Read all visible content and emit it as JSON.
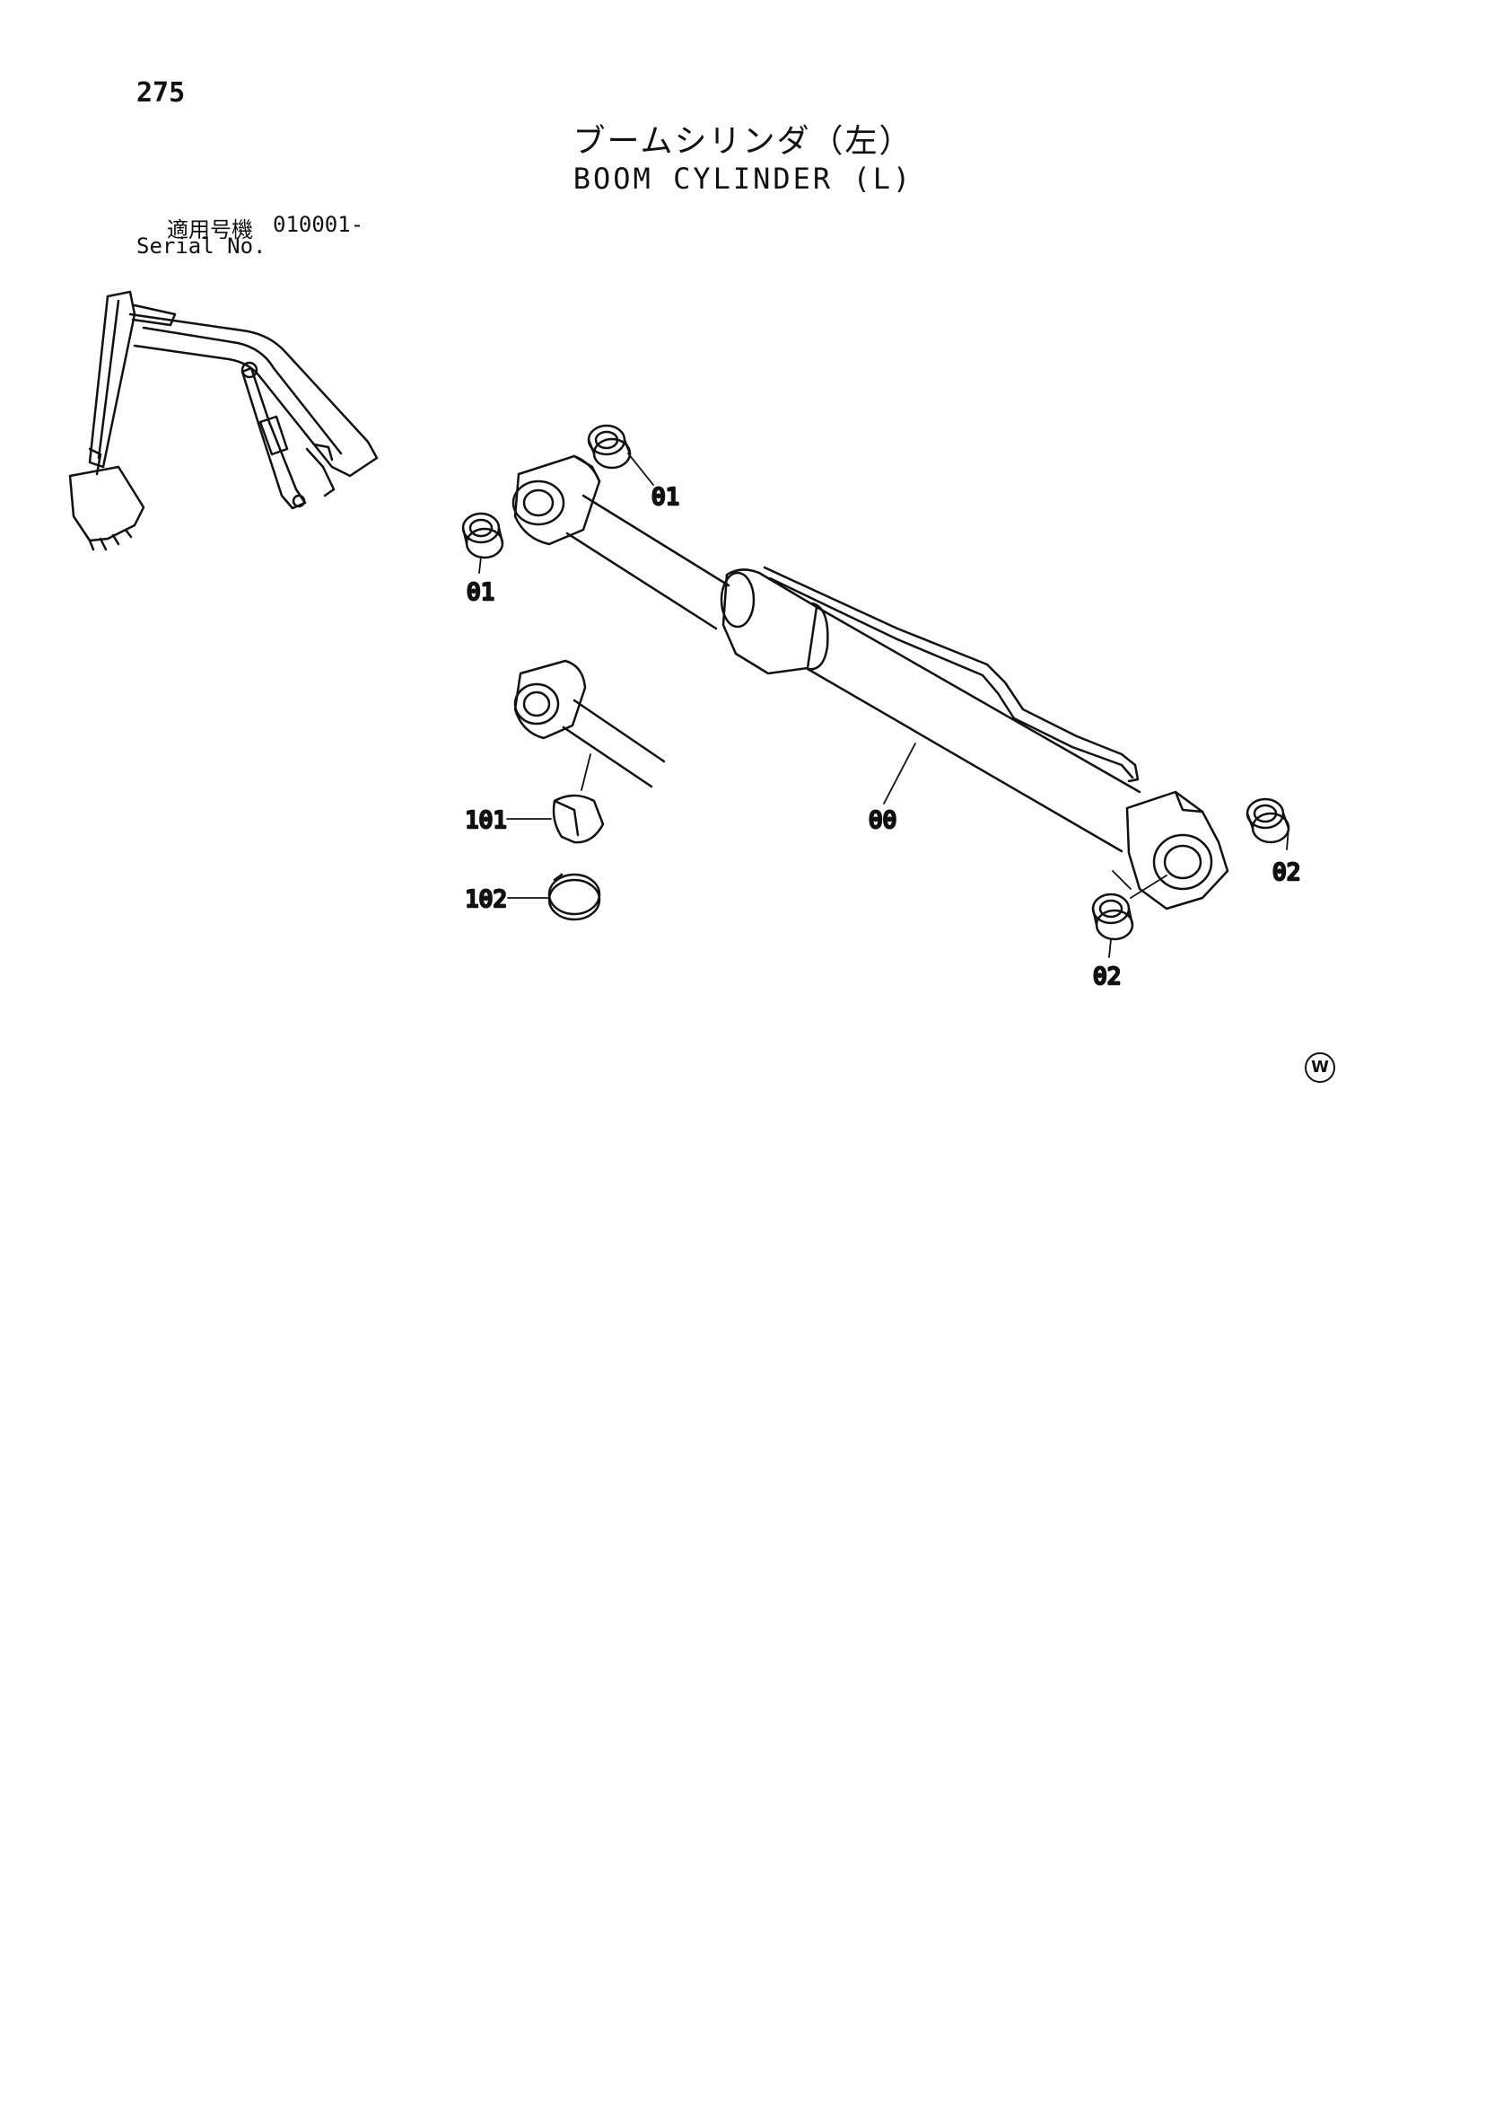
{
  "page": {
    "number": "275"
  },
  "title": {
    "japanese": "ブームシリンダ（左）",
    "english": "BOOM CYLINDER (L)"
  },
  "serial": {
    "label_jp": "適用号機",
    "value": "010001-",
    "label_en": "Serial No."
  },
  "callouts": {
    "c01a": "01",
    "c01b": "01",
    "c00": "00",
    "c02a": "02",
    "c02b": "02",
    "c101": "101",
    "c102": "102"
  },
  "mark": "W"
}
